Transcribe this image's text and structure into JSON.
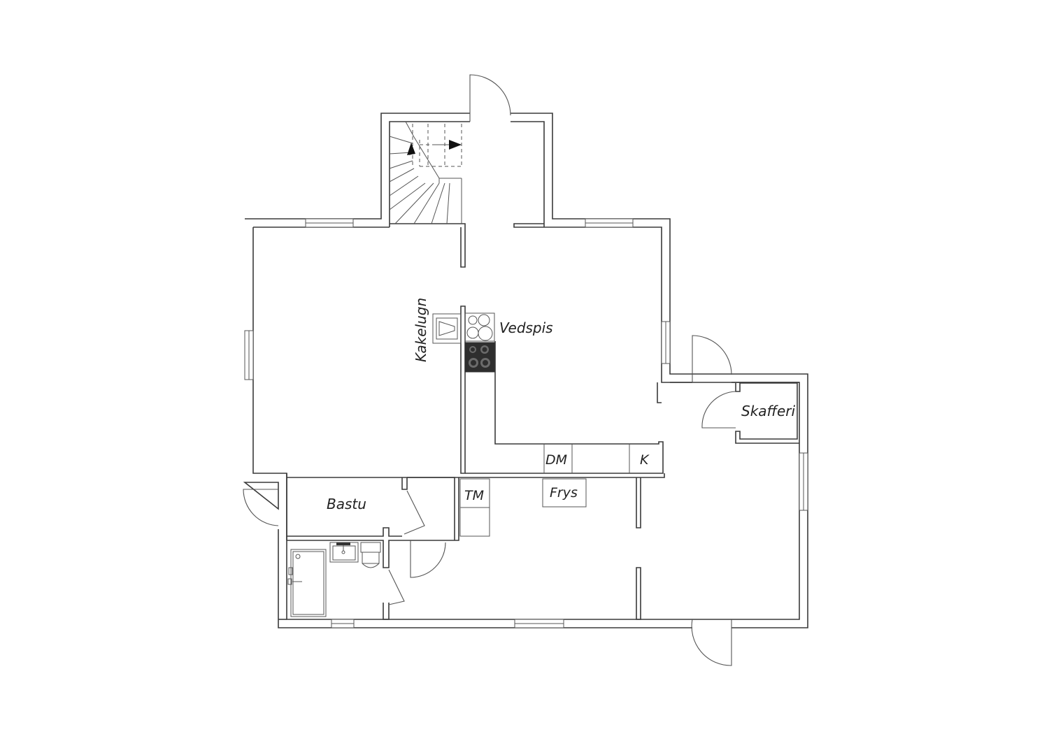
{
  "colors": {
    "wall": "#3a3a3a",
    "line": "#555555",
    "stove_dark": "#2e2e2e",
    "background": "#ffffff"
  },
  "labels": {
    "kakelugn": "Kakelugn",
    "vedspis": "Vedspis",
    "skafferi": "Skafferi",
    "dm": "DM",
    "k": "K",
    "frys": "Frys",
    "tm": "TM",
    "bastu": "Bastu"
  },
  "icons": [
    "stair-arrow-icon",
    "stove-icon",
    "tiled-stove-icon",
    "sink-icon",
    "toilet-icon",
    "shower-icon"
  ]
}
